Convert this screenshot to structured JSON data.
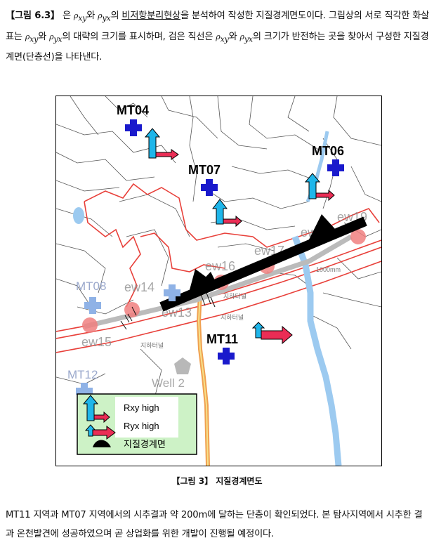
{
  "intro": {
    "figure_ref": "【그림 6.3】",
    "t1": " 은 ",
    "rho_xy": "ρ",
    "sub_xy": "xy",
    "t2": "와 ",
    "rho_yx": "ρ",
    "sub_yx": "yx",
    "t3": "의 ",
    "underline": "비저항분리현상",
    "t4": "을 분석하여 작성한 지질경계면도이다. 그림상의 서로 직각한 화살표는 ",
    "t5": "와 ",
    "t6": "의 대략의 크기를 표시하며, 검은 직선은 ",
    "t7": "와 ",
    "t8": "의 크기가 반전하는 곳을 찾아서 구성한 지질경계면(단층선)을 나타낸다."
  },
  "map": {
    "stations": {
      "mt04": "MT04",
      "mt06": "MT06",
      "mt07": "MT07",
      "mt08": "MT08",
      "mt11": "MT11",
      "mt12": "MT12"
    },
    "ew_labels": {
      "ew19": "ew19",
      "ew17": "ew17",
      "ew16": "ew16",
      "ew15": "ew15",
      "ew14": "ew14",
      "ew13": "ew13",
      "ew_partial": "ew"
    },
    "tunnel_labels": {
      "tunnel_a": "지하터널",
      "tunnel_b": "지하터널",
      "tunnel_c": "지하터널"
    },
    "scale_label": "1000mm",
    "well_label": "Well 2",
    "legend": {
      "rxy": "Rxy high",
      "ryx": "Ryx high",
      "boundary": "지질경계면"
    },
    "colors": {
      "station_blue": "#1a1acc",
      "station_faded": "#8fb2e6",
      "arrow_cyan": "#1fb6ea",
      "arrow_red": "#ea2d55",
      "road_red": "#e8403a",
      "river_blue": "#9ccaf0",
      "legend_bg": "#cdf2c6"
    }
  },
  "caption": "【그림 3】 지질경계면도",
  "outro": "MT11 지역과 MT07 지역에서의 시추결과 약 200m에 달하는 단층이 확인되었다. 본 탐사지역에서 시추한 결과 온천발견에 성공하였으며 곧 상업화를 위한 개발이 진행될 예정이다."
}
